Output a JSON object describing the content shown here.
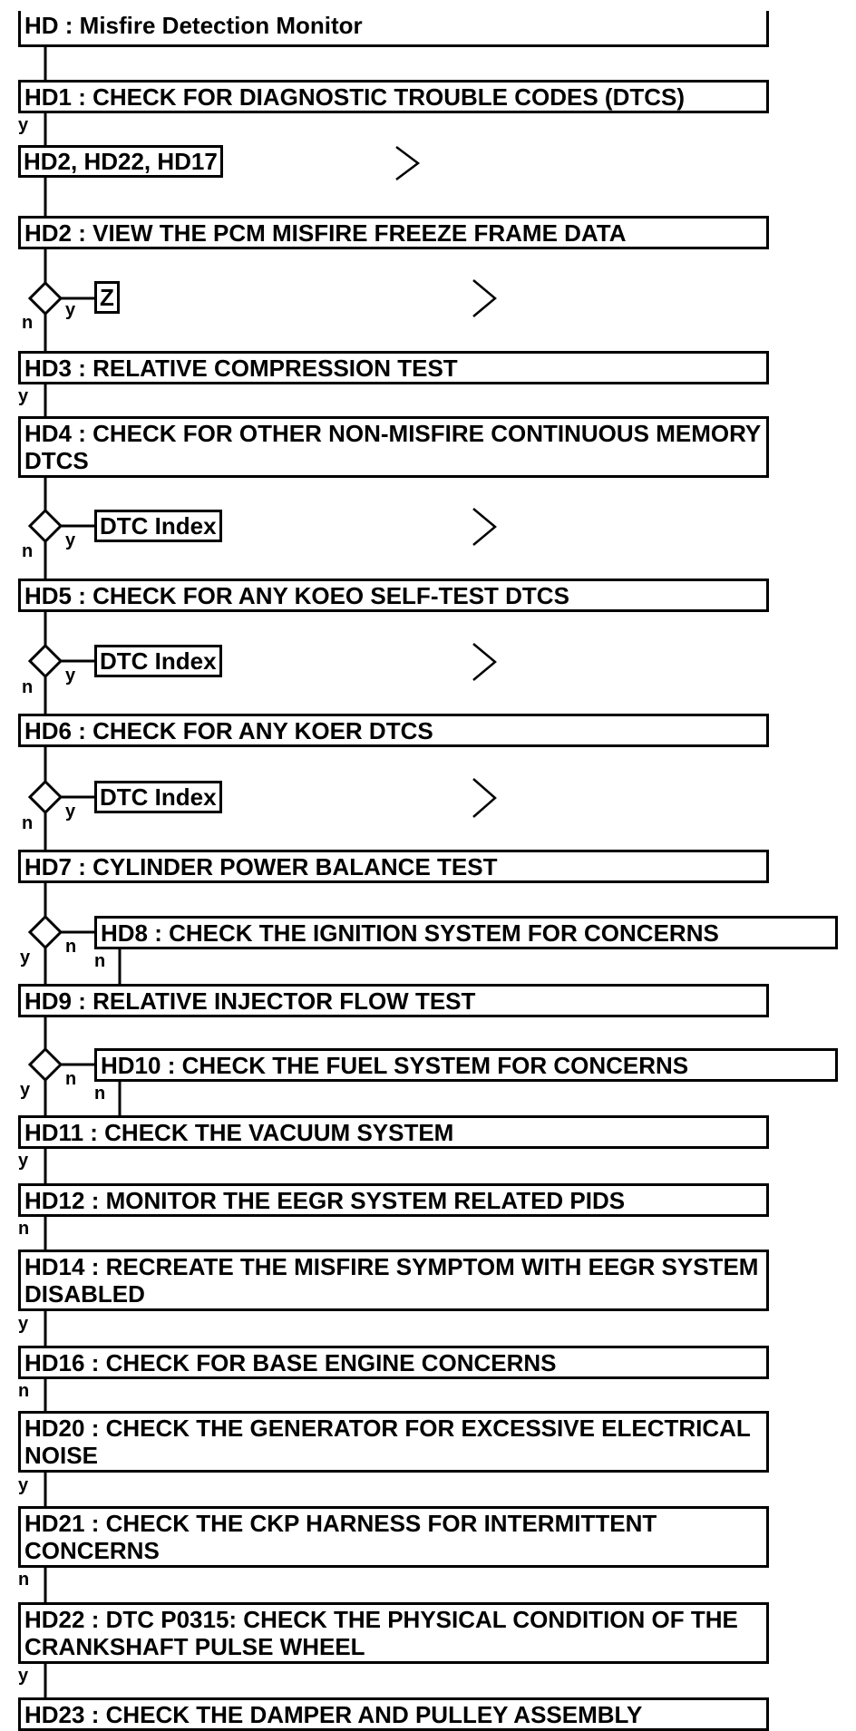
{
  "labels": {
    "yes": "y",
    "no": "n"
  },
  "title_box": "HD : Misfire Detection Monitor",
  "steps": {
    "hd1": "HD1 : CHECK FOR DIAGNOSTIC TROUBLE CODES (DTCS)",
    "hd1_targets": "HD2, HD22, HD17",
    "hd2": "HD2 : VIEW THE PCM MISFIRE FREEZE FRAME DATA",
    "hd2_target": "Z",
    "hd3": "HD3 : RELATIVE COMPRESSION TEST",
    "hd4": "HD4 : CHECK FOR OTHER NON-MISFIRE CONTINUOUS MEMORY DTCS",
    "hd4_target": "DTC Index",
    "hd5": "HD5 : CHECK FOR ANY KOEO SELF-TEST DTCS",
    "hd5_target": "DTC Index",
    "hd6": "HD6 : CHECK FOR ANY KOER DTCS",
    "hd6_target": "DTC Index",
    "hd7": "HD7 : CYLINDER POWER BALANCE TEST",
    "hd8": "HD8 : CHECK THE IGNITION SYSTEM FOR CONCERNS",
    "hd9": "HD9 : RELATIVE INJECTOR FLOW TEST",
    "hd10": "HD10 : CHECK THE FUEL SYSTEM FOR CONCERNS",
    "hd11": "HD11 : CHECK THE VACUUM SYSTEM",
    "hd12": "HD12 : MONITOR THE EEGR SYSTEM RELATED PIDS",
    "hd14": "HD14 : RECREATE THE MISFIRE SYMPTOM WITH EEGR SYSTEM DISABLED",
    "hd16": "HD16 : CHECK FOR BASE ENGINE CONCERNS",
    "hd20": "HD20 : CHECK THE GENERATOR FOR EXCESSIVE ELECTRICAL NOISE",
    "hd21": "HD21 : CHECK THE CKP HARNESS FOR INTERMITTENT CONCERNS",
    "hd22": "HD22 : DTC P0315: CHECK THE PHYSICAL CONDITION OF THE CRANKSHAFT PULSE WHEEL",
    "hd23": "HD23 : CHECK THE DAMPER AND PULLEY ASSEMBLY"
  }
}
